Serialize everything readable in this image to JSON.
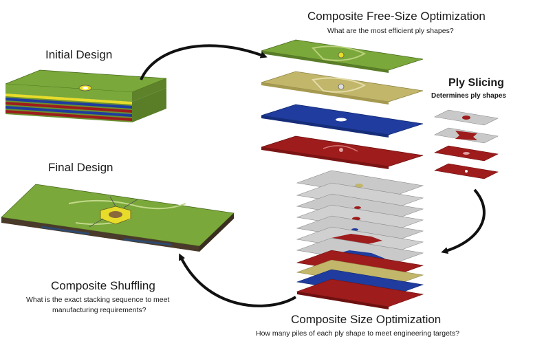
{
  "stages": {
    "initial": {
      "title": "Initial Design"
    },
    "free_size": {
      "title": "Composite Free-Size Optimization",
      "subtitle": "What are the most efficient ply shapes?"
    },
    "slicing": {
      "title": "Ply Slicing",
      "subtitle": "Determines ply shapes"
    },
    "size": {
      "title": "Composite Size Optimization",
      "subtitle": "How many piles of each ply shape to meet engineering targets?"
    },
    "shuffling": {
      "title": "Composite Shuffling",
      "subtitle_line1": "What is the exact stacking sequence to meet",
      "subtitle_line2": "manufacturing requirements?"
    },
    "final": {
      "title": "Final Design"
    }
  },
  "colors": {
    "green": "#7aa83a",
    "tan": "#c2b66a",
    "blue": "#1f3c9e",
    "red": "#9e1c1c",
    "gray": "#c9c9c9",
    "yellow": "#e8dc2a",
    "arrow": "#111111"
  }
}
